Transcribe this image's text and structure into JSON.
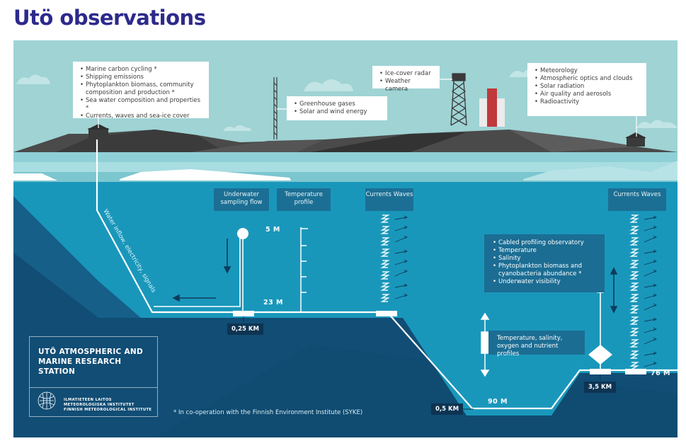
{
  "page": {
    "title": "Utö observations"
  },
  "callouts": {
    "marine": [
      "Marine carbon cycling *",
      "Shipping emissions",
      "Phytoplankton biomass, community composition and production *",
      "Sea water composition and properties *",
      "Currents, waves and sea-ice cover"
    ],
    "greenhouse": [
      "Greenhouse gases",
      "Solar and wind energy"
    ],
    "radar": [
      "Ice-cover radar",
      "Weather camera"
    ],
    "meteorology": [
      "Meteorology",
      "Atmospheric optics and clouds",
      "Solar radiation",
      "Air quality and aerosols",
      "Radioactivity"
    ]
  },
  "underwater": {
    "sampling_flow": "Underwater sampling flow",
    "temperature_profile": "Temperature profile",
    "currents_waves_1": "Currents Waves",
    "currents_waves_2": "Currents Waves",
    "cable_label": "Water inflow, electricity, signals",
    "profiling_list": [
      "Cabled profiling observatory",
      "Temperature",
      "Salinity",
      "Phytoplankton biomass and cyanobacteria abundance *",
      "Underwater visibility"
    ],
    "tsonp_label": "Temperature, salinity, oxygen and nutrient profiles"
  },
  "depths": {
    "d5": "5 M",
    "d23": "23 M",
    "d90": "90 M",
    "d76": "76 M"
  },
  "distances": {
    "k025": "0,25 KM",
    "k05": "0,5 KM",
    "k35": "3,5 KM"
  },
  "station": {
    "title_line1": "UTÖ ATMOSPHERIC AND",
    "title_line2": "MARINE RESEARCH",
    "title_line3": "STATION",
    "fmi_line1": "ILMATIETEEN LAITOS",
    "fmi_line2": "METEOROLOGISKA INSTITUTET",
    "fmi_line3": "FINNISH METEOROLOGICAL INSTITUTE"
  },
  "footnote": "* In co-operation with the Finnish Environment Institute (SYKE)",
  "colors": {
    "title": "#2d2a8c",
    "sky": "#9fd3d4",
    "water": "#1a9bbd",
    "deep": "#0f4f76",
    "label_box": "#1c6f94",
    "island": "#3a3a3a",
    "chimney": "#c0393b"
  }
}
